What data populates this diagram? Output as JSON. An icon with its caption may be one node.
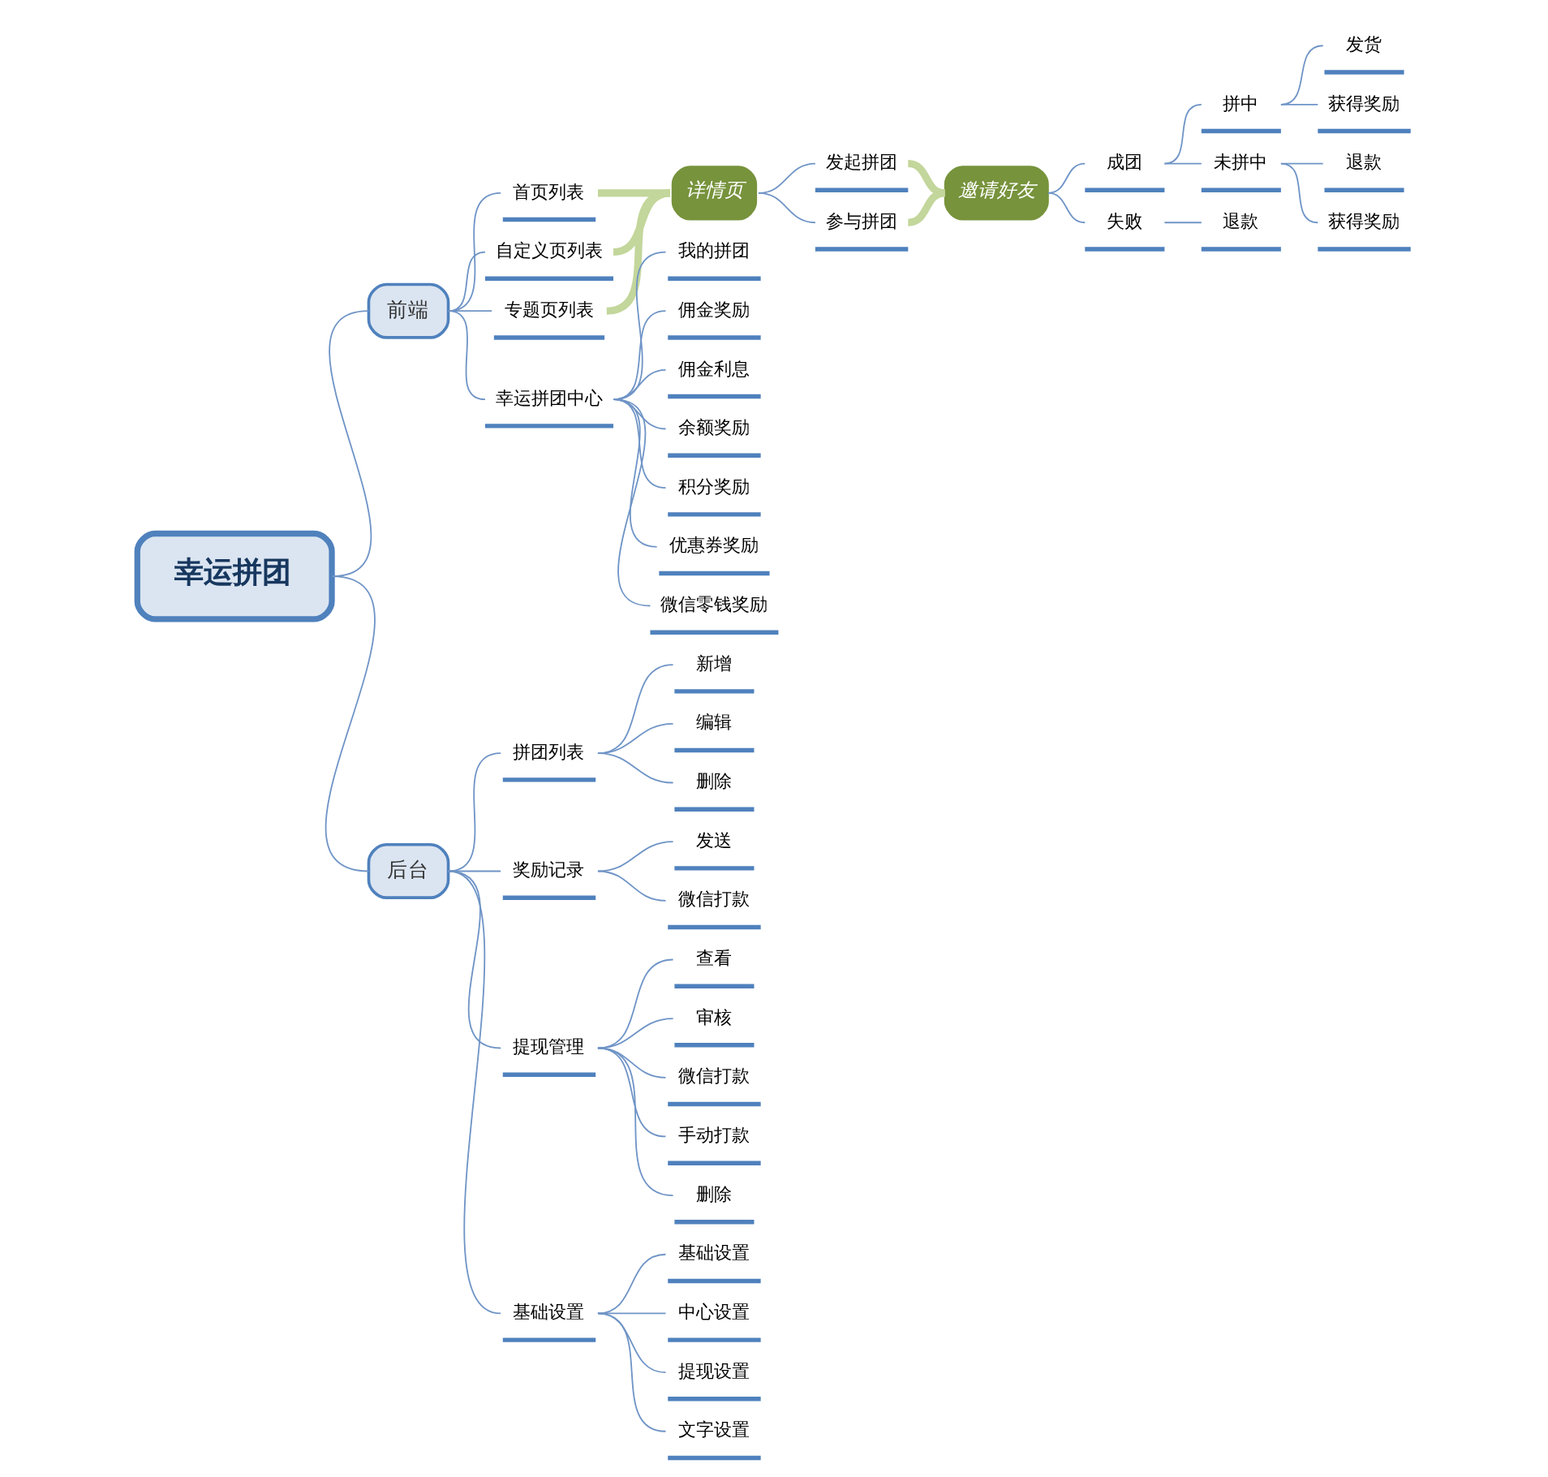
{
  "diagram": {
    "nodes": [
      {
        "text": [
          "幸运拼团"
        ]
      },
      {
        "text": [
          "前端"
        ]
      },
      {
        "text": [
          "首页列表"
        ]
      },
      {
        "text": [
          "自定义页列表"
        ]
      },
      {
        "text": [
          "专题页列表"
        ]
      },
      {
        "text": [
          "详情页"
        ]
      },
      {
        "text": [
          "发起拼团"
        ]
      },
      {
        "text": [
          "参与拼团"
        ]
      },
      {
        "text": [
          "邀请好友"
        ]
      },
      {
        "text": [
          "成团"
        ]
      },
      {
        "text": [
          "拼中"
        ]
      },
      {
        "text": [
          "发货"
        ]
      },
      {
        "text": [
          "获得奖励"
        ]
      },
      {
        "text": [
          "未拼中"
        ]
      },
      {
        "text": [
          "退款"
        ]
      },
      {
        "text": [
          "获得奖励"
        ]
      },
      {
        "text": [
          "失败"
        ]
      },
      {
        "text": [
          "退款"
        ]
      },
      {
        "text": [
          "幸运拼团中心"
        ]
      },
      {
        "text": [
          "我的拼团"
        ]
      },
      {
        "text": [
          "佣金奖励"
        ]
      },
      {
        "text": [
          "佣金利息"
        ]
      },
      {
        "text": [
          "余额奖励"
        ]
      },
      {
        "text": [
          "积分奖励"
        ]
      },
      {
        "text": [
          "优惠券奖励"
        ]
      },
      {
        "text": [
          "微信零钱奖励"
        ]
      },
      {
        "text": [
          "后台"
        ]
      },
      {
        "text": [
          "拼团列表"
        ]
      },
      {
        "text": [
          "新增"
        ]
      },
      {
        "text": [
          "编辑"
        ]
      },
      {
        "text": [
          "删除"
        ]
      },
      {
        "text": [
          "奖励记录"
        ]
      },
      {
        "text": [
          "发送"
        ]
      },
      {
        "text": [
          "微信打款"
        ]
      },
      {
        "text": [
          "提现管理"
        ]
      },
      {
        "text": [
          "查看"
        ]
      },
      {
        "text": [
          "审核"
        ]
      },
      {
        "text": [
          "微信打款"
        ]
      },
      {
        "text": [
          "手动打款"
        ]
      },
      {
        "text": [
          "删除"
        ]
      },
      {
        "text": [
          "基础设置"
        ]
      },
      {
        "text": [
          "基础设置"
        ]
      },
      {
        "text": [
          "中心设置"
        ]
      },
      {
        "text": [
          "提现设置"
        ]
      },
      {
        "text": [
          "文字设置"
        ]
      }
    ],
    "edges": [
      {
        "from": 0,
        "to": 1,
        "arrow": "none"
      },
      {
        "from": 1,
        "to": 2,
        "arrow": "none"
      },
      {
        "from": 1,
        "to": 3,
        "arrow": "none"
      },
      {
        "from": 1,
        "to": 4,
        "arrow": "none"
      },
      {
        "from": 2,
        "to": 5,
        "arrow": "none",
        "style": "thick",
        "color": "#c3d69b"
      },
      {
        "from": 3,
        "to": 5,
        "arrow": "none",
        "style": "thick",
        "color": "#c3d69b"
      },
      {
        "from": 4,
        "to": 5,
        "arrow": "none",
        "style": "thick",
        "color": "#c3d69b"
      },
      {
        "from": 5,
        "to": 6,
        "arrow": "none"
      },
      {
        "from": 5,
        "to": 7,
        "arrow": "none"
      },
      {
        "from": 6,
        "to": 8,
        "arrow": "none",
        "style": "thick",
        "color": "#c3d69b"
      },
      {
        "from": 7,
        "to": 8,
        "arrow": "none",
        "style": "thick",
        "color": "#c3d69b"
      },
      {
        "from": 8,
        "to": 9,
        "arrow": "none"
      },
      {
        "from": 9,
        "to": 10,
        "arrow": "none"
      },
      {
        "from": 10,
        "to": 11,
        "arrow": "none"
      },
      {
        "from": 10,
        "to": 12,
        "arrow": "none"
      },
      {
        "from": 9,
        "to": 13,
        "arrow": "none"
      },
      {
        "from": 13,
        "to": 14,
        "arrow": "none"
      },
      {
        "from": 13,
        "to": 15,
        "arrow": "none"
      },
      {
        "from": 8,
        "to": 16,
        "arrow": "none"
      },
      {
        "from": 16,
        "to": 17,
        "arrow": "none"
      },
      {
        "from": 1,
        "to": 18,
        "arrow": "none"
      },
      {
        "from": 18,
        "to": 19,
        "arrow": "none"
      },
      {
        "from": 18,
        "to": 20,
        "arrow": "none"
      },
      {
        "from": 18,
        "to": 21,
        "arrow": "none"
      },
      {
        "from": 18,
        "to": 22,
        "arrow": "none"
      },
      {
        "from": 18,
        "to": 23,
        "arrow": "none"
      },
      {
        "from": 18,
        "to": 24,
        "arrow": "none"
      },
      {
        "from": 18,
        "to": 25,
        "arrow": "none"
      },
      {
        "from": 0,
        "to": 26,
        "arrow": "none"
      },
      {
        "from": 26,
        "to": 27,
        "arrow": "none"
      },
      {
        "from": 27,
        "to": 28,
        "arrow": "none"
      },
      {
        "from": 27,
        "to": 29,
        "arrow": "none"
      },
      {
        "from": 27,
        "to": 30,
        "arrow": "none"
      },
      {
        "from": 26,
        "to": 31,
        "arrow": "none"
      },
      {
        "from": 31,
        "to": 32,
        "arrow": "none"
      },
      {
        "from": 31,
        "to": 33,
        "arrow": "none"
      },
      {
        "from": 26,
        "to": 34,
        "arrow": "none"
      },
      {
        "from": 34,
        "to": 35,
        "arrow": "none"
      },
      {
        "from": 34,
        "to": 36,
        "arrow": "none"
      },
      {
        "from": 34,
        "to": 37,
        "arrow": "none"
      },
      {
        "from": 34,
        "to": 38,
        "arrow": "none"
      },
      {
        "from": 34,
        "to": 39,
        "arrow": "none"
      },
      {
        "from": 26,
        "to": 40,
        "arrow": "none"
      },
      {
        "from": 40,
        "to": 41,
        "arrow": "none"
      },
      {
        "from": 40,
        "to": 42,
        "arrow": "none"
      },
      {
        "from": 40,
        "to": 43,
        "arrow": "none"
      },
      {
        "from": 40,
        "to": 44,
        "arrow": "none"
      }
    ]
  }
}
